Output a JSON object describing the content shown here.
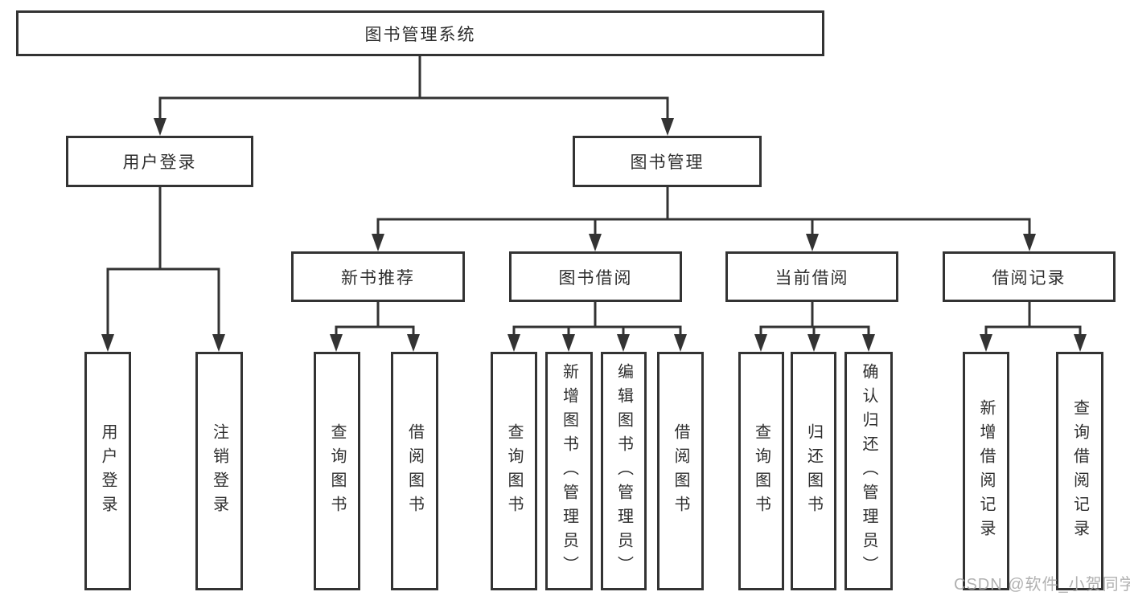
{
  "tree": {
    "root": {
      "label": "图书管理系统"
    },
    "children": [
      {
        "label": "用户登录",
        "children": [
          {
            "label": "用户登录"
          },
          {
            "label": "注销登录"
          }
        ]
      },
      {
        "label": "图书管理",
        "children": [
          {
            "label": "新书推荐",
            "children": [
              {
                "label": "查询图书"
              },
              {
                "label": "借阅图书"
              }
            ]
          },
          {
            "label": "图书借阅",
            "children": [
              {
                "label": "查询图书"
              },
              {
                "label": "新增图书（管理员）"
              },
              {
                "label": "编辑图书（管理员）"
              },
              {
                "label": "借阅图书"
              }
            ]
          },
          {
            "label": "当前借阅",
            "children": [
              {
                "label": "查询图书"
              },
              {
                "label": "归还图书"
              },
              {
                "label": "确认归还（管理员）"
              }
            ]
          },
          {
            "label": "借阅记录",
            "children": [
              {
                "label": "新增借阅记录"
              },
              {
                "label": "查询借阅记录"
              }
            ]
          }
        ]
      }
    ]
  },
  "watermark": {
    "text": "CSDN @软件_小贺同学"
  },
  "colors": {
    "line": "#333333",
    "text": "#2e2e2e",
    "watermark": "#a8a8a8",
    "background": "#ffffff"
  }
}
